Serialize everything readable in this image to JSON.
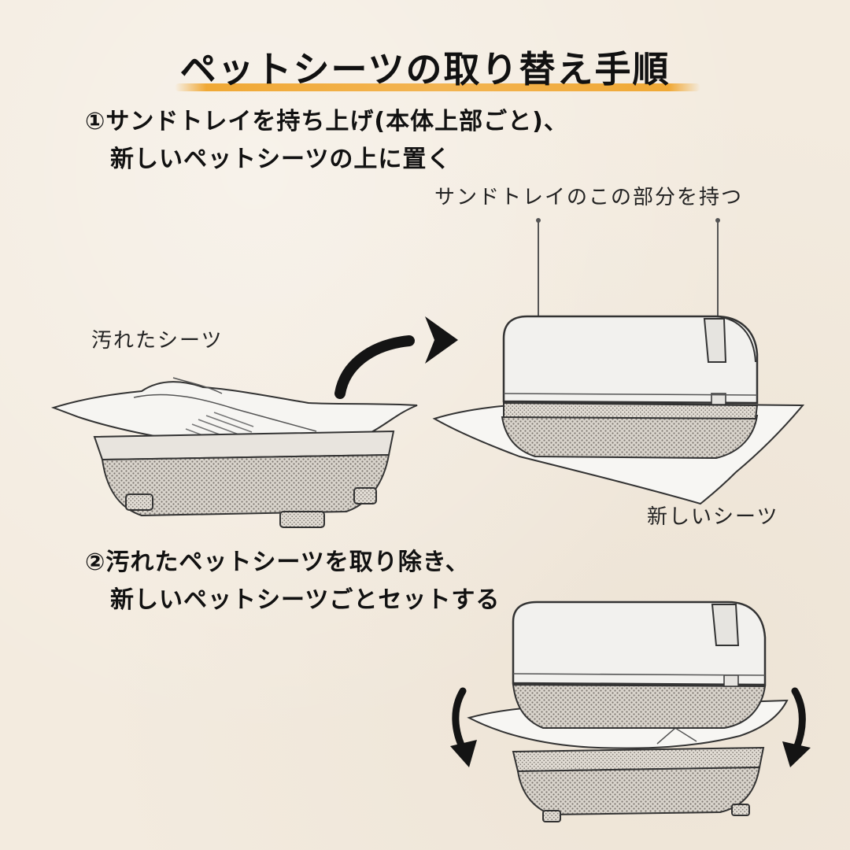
{
  "title": "ペットシーツの取り替え手順",
  "step1": {
    "line1": "①サンドトレイを持ち上げ(本体上部ごと)、",
    "line2": "新しいペットシーツの上に置く"
  },
  "step2": {
    "line1": "②汚れたペットシーツを取り除き、",
    "line2": "新しいペットシーツごとセットする"
  },
  "labels": {
    "hold": "サンドトレイのこの部分を持つ",
    "dirty": "汚れたシーツ",
    "new": "新しいシーツ"
  },
  "colors": {
    "background": "#f3ebdf",
    "highlight": "#f0a52c",
    "ink": "#1a1a1a"
  }
}
